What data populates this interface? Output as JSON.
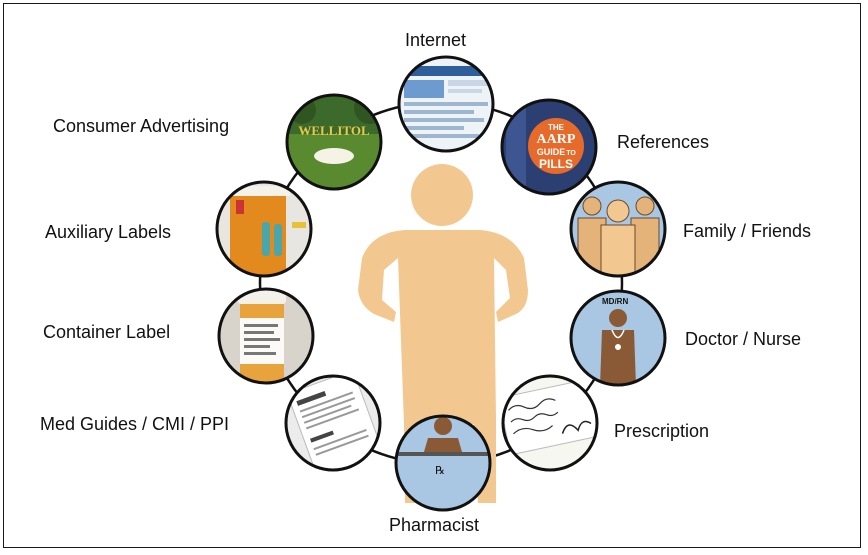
{
  "diagram": {
    "nodes": [
      {
        "id": "internet",
        "label": "Internet",
        "icon": "web-page-icon"
      },
      {
        "id": "references",
        "label": "References",
        "icon": "book-icon",
        "book_text": [
          "THE",
          "AARP",
          "GUIDE",
          "TO",
          "PILLS"
        ]
      },
      {
        "id": "family",
        "label": "Family / Friends",
        "icon": "group-people-icon"
      },
      {
        "id": "doctor",
        "label": "Doctor / Nurse",
        "icon": "doctor-icon",
        "badge": "MD/RN"
      },
      {
        "id": "prescription",
        "label": "Prescription",
        "icon": "prescription-note-icon"
      },
      {
        "id": "pharmacist",
        "label": "Pharmacist",
        "icon": "pharmacist-icon",
        "badge": "℞"
      },
      {
        "id": "medguides",
        "label": "Med Guides / CMI / PPI",
        "icon": "leaflet-icon"
      },
      {
        "id": "container",
        "label": "Container Label",
        "icon": "pill-bottle-icon"
      },
      {
        "id": "auxiliary",
        "label": "Auxiliary Labels",
        "icon": "auxiliary-label-icon"
      },
      {
        "id": "advertising",
        "label": "Consumer Advertising",
        "icon": "billboard-icon",
        "brand": "WELLITOL"
      }
    ],
    "center": {
      "icon": "person-silhouette-icon"
    }
  },
  "colors": {
    "person": "#f3c890",
    "ring": "#111111",
    "light_blue": "#a9c6e2",
    "border": "#1a1a1a"
  }
}
